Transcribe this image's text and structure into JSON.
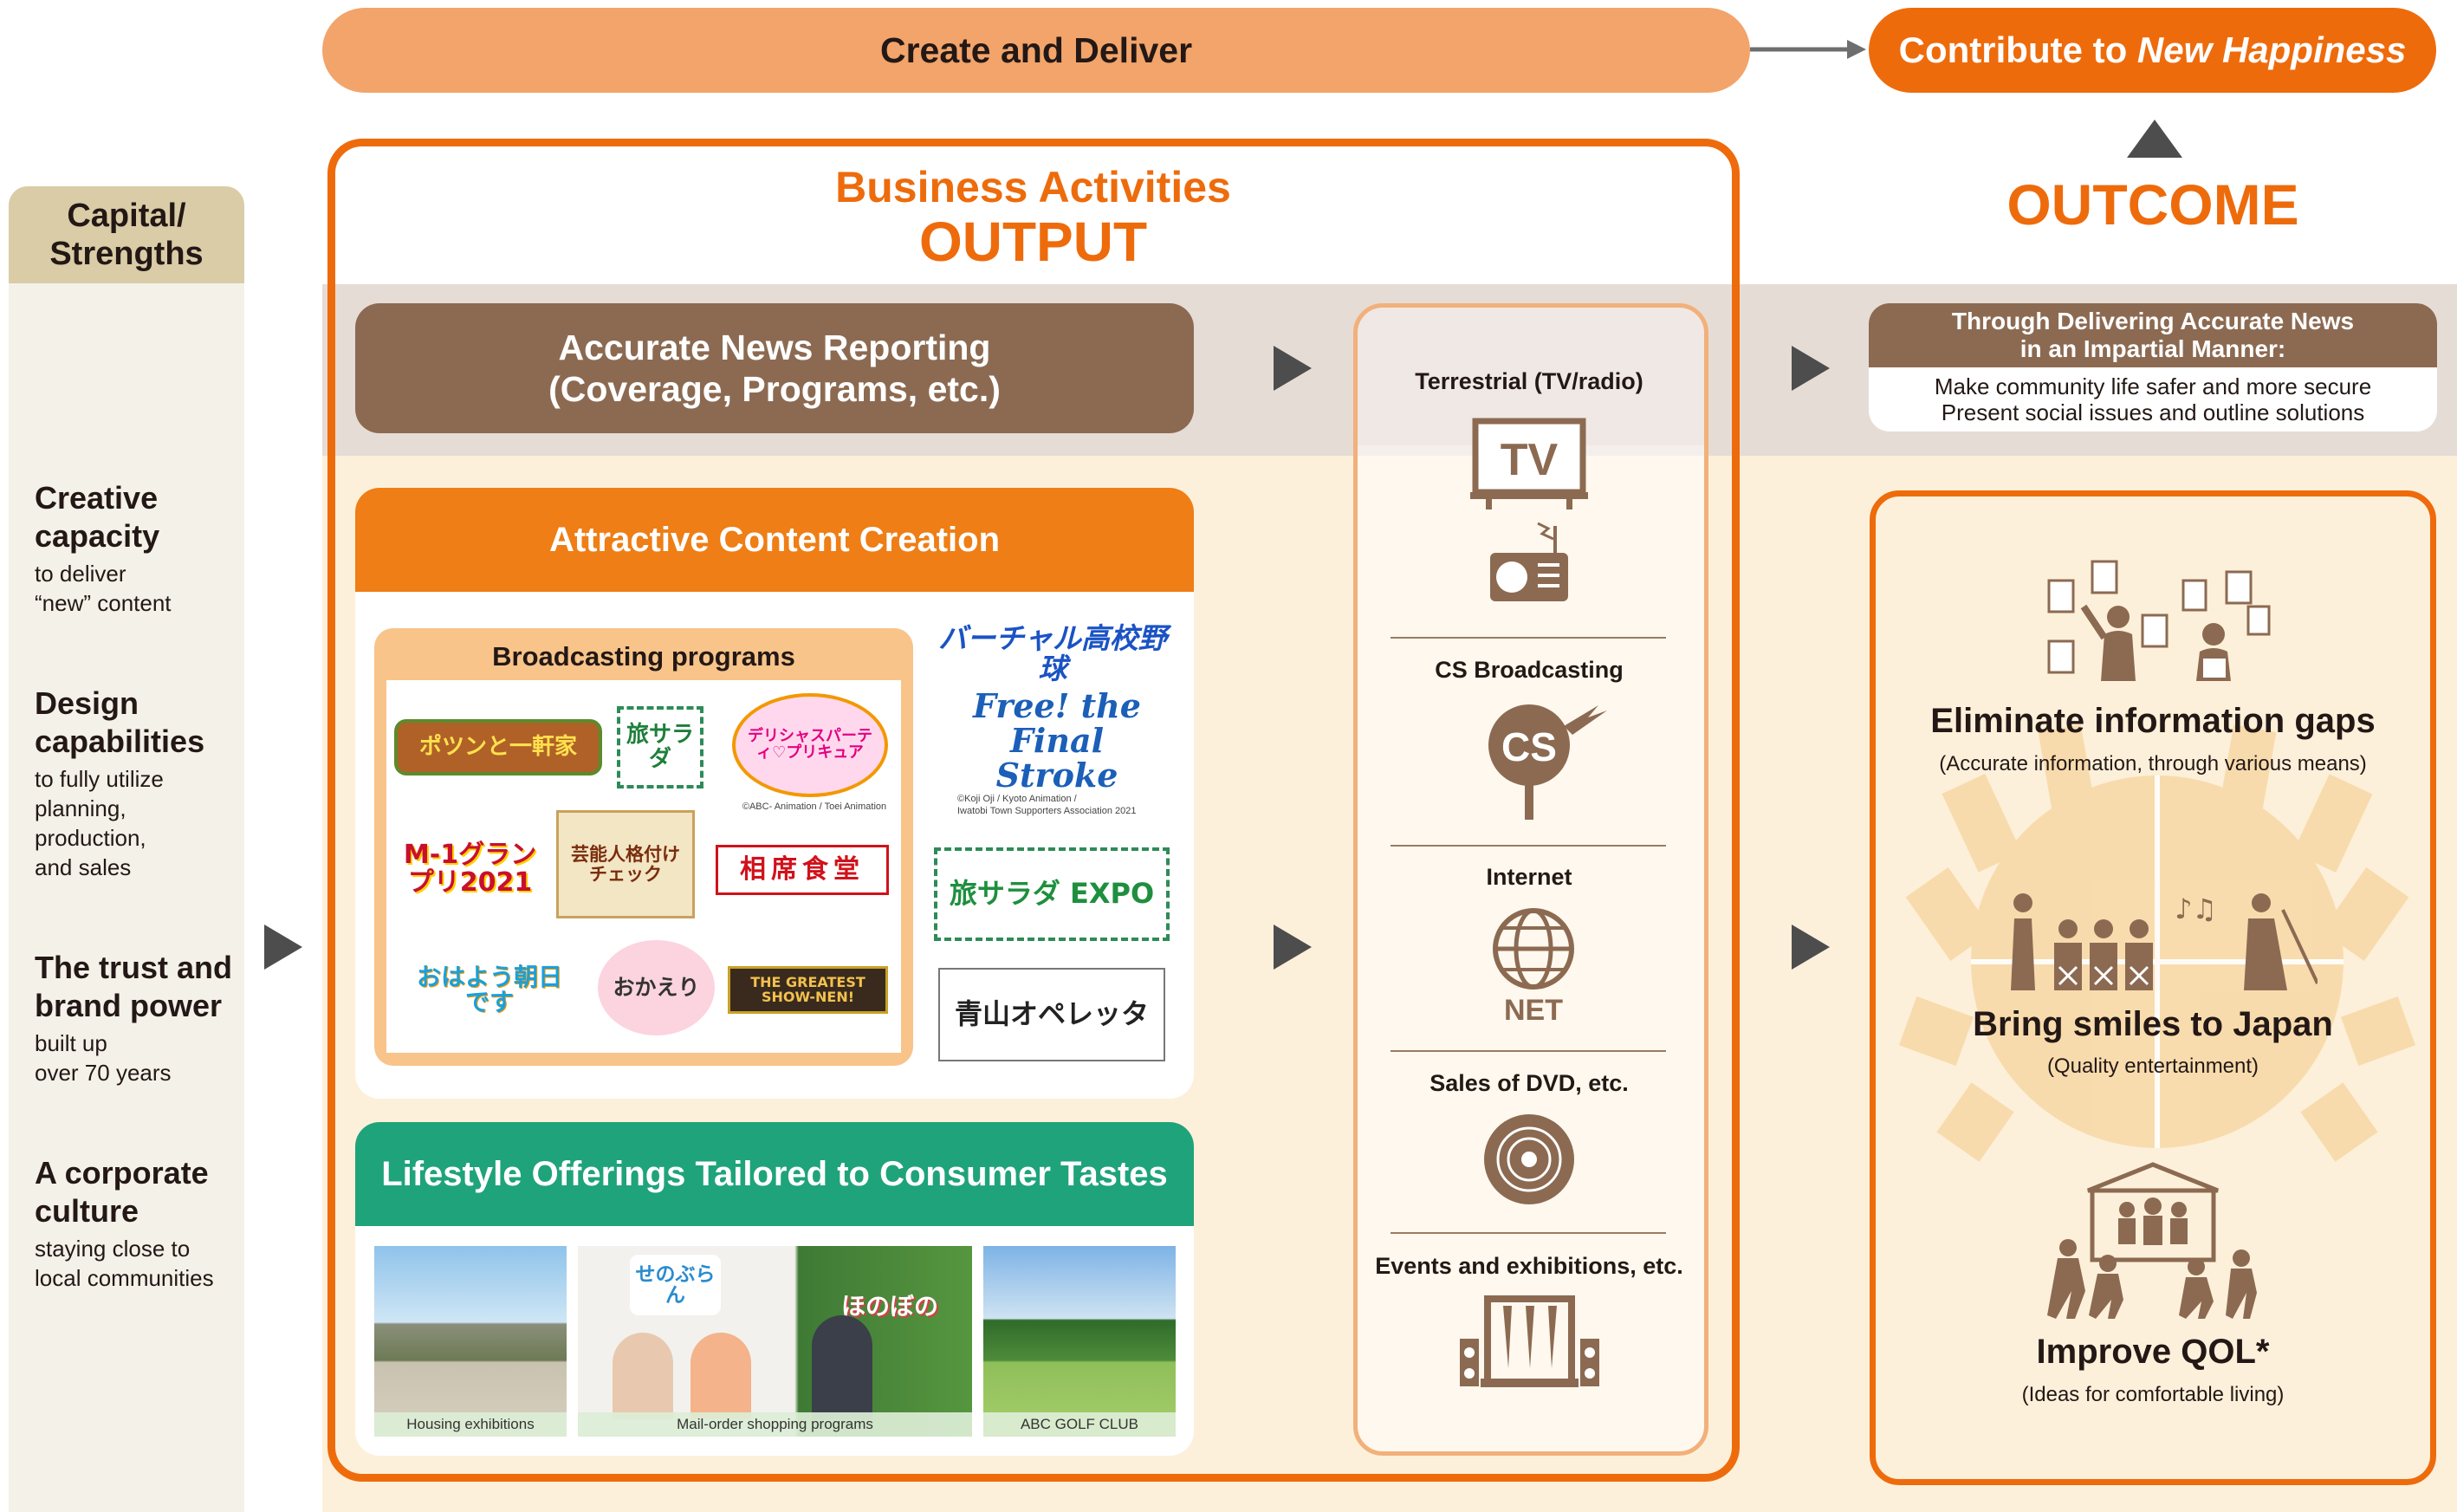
{
  "top": {
    "create_deliver": "Create and Deliver",
    "contribute_prefix": "Contribute to ",
    "contribute_emph": "New Happiness"
  },
  "capital": {
    "title": "Capital/\nStrengths",
    "items": [
      {
        "heading": "Creative\ncapacity",
        "sub": "to deliver\n“new” content"
      },
      {
        "heading": "Design\ncapabilities",
        "sub": "to fully utilize\nplanning,\nproduction,\nand sales"
      },
      {
        "heading": "The trust and\nbrand power",
        "sub": "built up\nover 70 years"
      },
      {
        "heading": "A corporate\nculture",
        "sub": "staying close to\nlocal communities"
      }
    ]
  },
  "business": {
    "line1": "Business Activities",
    "line2": "OUTPUT"
  },
  "news": {
    "label": "Accurate News Reporting\n(Coverage, Programs, etc.)"
  },
  "content": {
    "header": "Attractive Content Creation",
    "programs_title": "Broadcasting programs",
    "logos": [
      "ポツンと一軒家",
      "旅サラダ",
      "デリシャスパーティ♡プリキュア",
      "M-1グランプリ2021",
      "芸能人格付けチェック",
      "相席食堂",
      "おはよう朝日です",
      "おかえり",
      "THE GREATEST SHOW-NEN!"
    ],
    "precure_credit": "©ABC- Animation / Toei Animation",
    "side_logos": [
      "バーチャル高校野球",
      "Free! the Final Stroke",
      "旅サラダ EXPO",
      "青山オペレッタ"
    ],
    "free_credit": "©Koji Oji / Kyoto Animation /\nIwatobi Town Supporters Association 2021"
  },
  "lifestyle": {
    "header": "Lifestyle Offerings Tailored to Consumer Tastes",
    "photos": [
      {
        "caption": "Housing exhibitions"
      },
      {
        "caption": "Mail-order shopping programs",
        "logo1": "せのぶらん",
        "logo2": "ほのぼの"
      },
      {
        "caption": "ABC GOLF CLUB"
      }
    ]
  },
  "channels": {
    "items": [
      {
        "label": "Terrestrial (TV/radio)",
        "icon": "tv-radio-icon"
      },
      {
        "label": "CS Broadcasting",
        "icon": "cs-dish-icon"
      },
      {
        "label": "Internet",
        "icon": "globe-net-icon"
      },
      {
        "label": "Sales of DVD, etc.",
        "icon": "disc-icon"
      },
      {
        "label": "Events and exhibitions, etc.",
        "icon": "stage-icon"
      }
    ],
    "tv_text": "TV",
    "cs_text": "CS",
    "net_text": "NET"
  },
  "outcome": {
    "title": "OUTCOME",
    "news_header": "Through Delivering Accurate News\nin an Impartial Manner:",
    "news_body": "Make community life safer and more secure\nPresent social issues and outline solutions",
    "items": [
      {
        "title": "Eliminate information gaps",
        "sub": "(Accurate information, through various means)"
      },
      {
        "title": "Bring smiles to Japan",
        "sub": "(Quality entertainment)"
      },
      {
        "title": "Improve QOL*",
        "sub": "(Ideas for comfortable living)"
      }
    ]
  },
  "colors": {
    "orange": "#EE6B0C",
    "light_orange": "#F2A46A",
    "brown": "#8C6A52",
    "beige_band": "#E5DDD8",
    "cream": "#FDEFD8",
    "green": "#1FA37A",
    "tan": "#D9CCA6"
  }
}
